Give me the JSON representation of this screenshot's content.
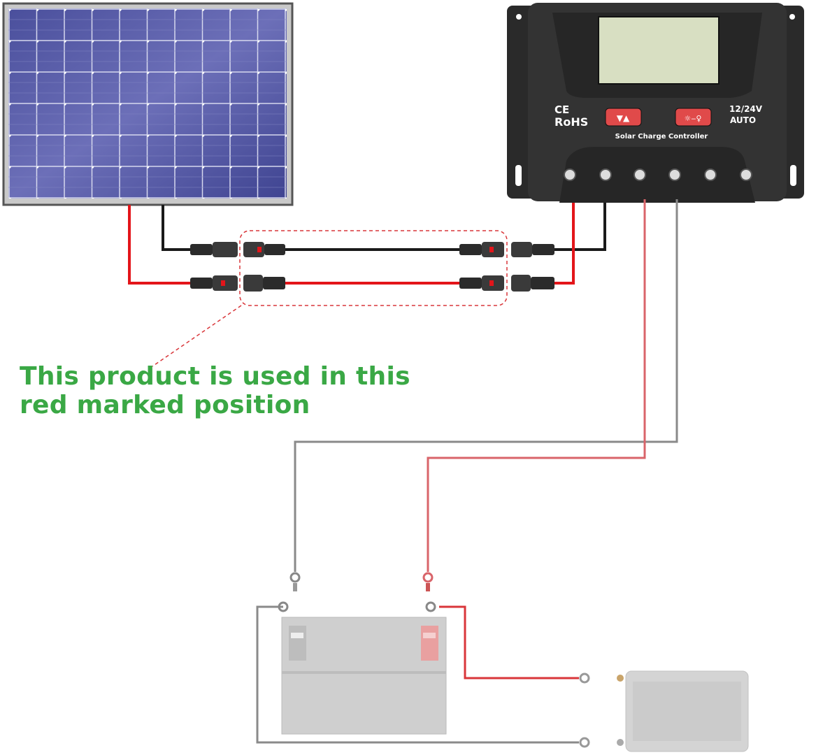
{
  "caption": {
    "line1": "This product is used in this",
    "line2": "red marked position"
  },
  "controller": {
    "cert_ce": "CE",
    "cert_rohs": "RoHS",
    "voltage": "12/24V",
    "mode": "AUTO",
    "label": "Solar Charge Controller"
  },
  "colors": {
    "caption": "#3aa845",
    "red_wire": "#e3151a",
    "black_wire": "#1a1a1a",
    "gray_wire": "#8a8a8a",
    "pink_wire": "#d9646a",
    "highlight": "#d9363a"
  }
}
